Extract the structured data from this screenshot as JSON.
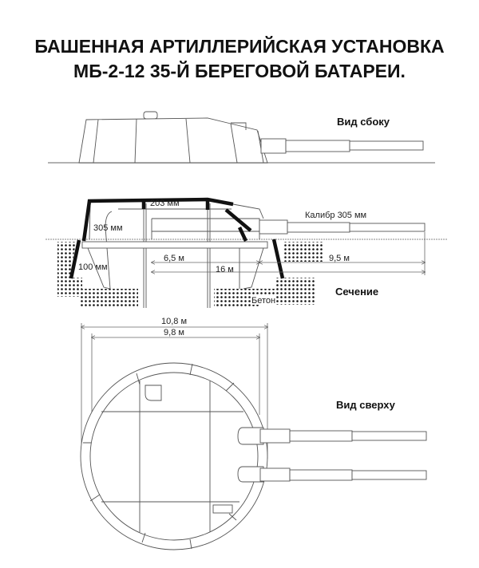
{
  "title": {
    "line1": "БАШЕННАЯ АРТИЛЛЕРИЙСКАЯ УСТАНОВКА",
    "line2": "МБ-2-12 35-Й БЕРЕГОВОЙ БАТАРЕИ."
  },
  "side_view": {
    "label": "Вид сбоку"
  },
  "section": {
    "label": "Сечение",
    "roof_armor": "203 мм",
    "front_armor": "305 мм",
    "wall_armor": "100 мм",
    "caliber": "Калибр 305 мм",
    "dim_inner": "6,5 м",
    "dim_total": "16 м",
    "dim_barrel": "9,5 м",
    "concrete": "Бетон"
  },
  "top_view": {
    "label": "Вид сверху",
    "dim_outer": "10,8 м",
    "dim_inner": "9,8 м"
  }
}
